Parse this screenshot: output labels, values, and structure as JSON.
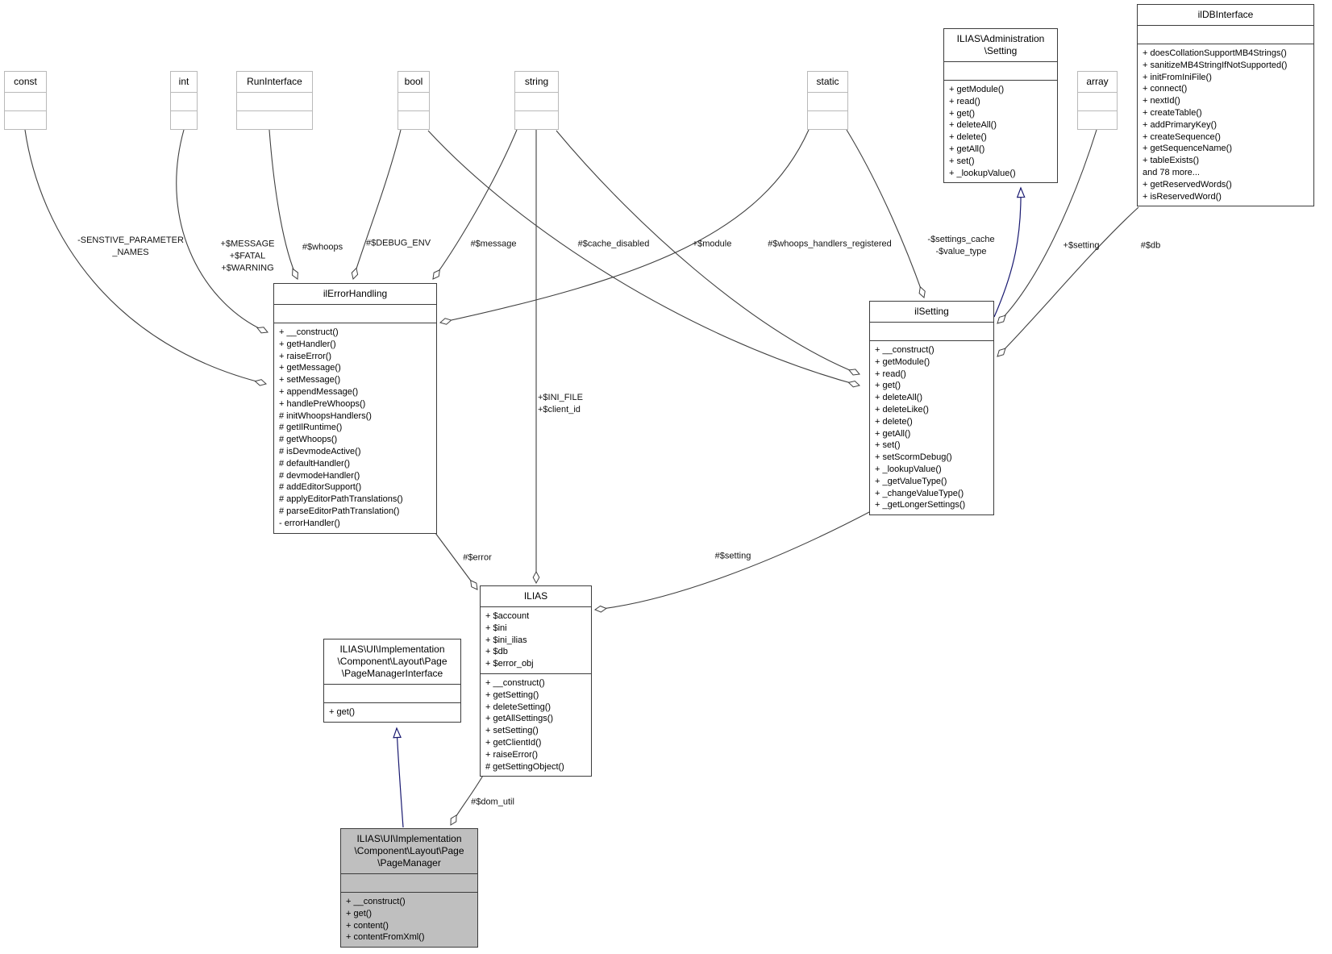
{
  "colors": {
    "edge": "#404040",
    "inheritance_edge": "#191970",
    "selected_node_fill": "#bfbfbf"
  },
  "classes": {
    "const": {
      "title": "const"
    },
    "int": {
      "title": "int"
    },
    "run_interface": {
      "title": "RunInterface"
    },
    "bool": {
      "title": "bool"
    },
    "string": {
      "title": "string"
    },
    "static": {
      "title": "static"
    },
    "array": {
      "title": "array"
    },
    "admin_setting": {
      "title": "ILIAS\\Administration\n\\Setting",
      "attributes": [],
      "methods": [
        "+ getModule()",
        "+ read()",
        "+ get()",
        "+ deleteAll()",
        "+ delete()",
        "+ getAll()",
        "+ set()",
        "+ _lookupValue()"
      ]
    },
    "il_db_interface": {
      "title": "ilDBInterface",
      "attributes": [],
      "methods": [
        "+ doesCollationSupportMB4Strings()",
        "+ sanitizeMB4StringIfNotSupported()",
        "+ initFromIniFile()",
        "+ connect()",
        "+ nextId()",
        "+ createTable()",
        "+ addPrimaryKey()",
        "+ createSequence()",
        "+ getSequenceName()",
        "+ tableExists()",
        "and 78 more...",
        "+ getReservedWords()",
        "+ isReservedWord()"
      ]
    },
    "il_error_handling": {
      "title": "ilErrorHandling",
      "attributes": [],
      "methods": [
        "+ __construct()",
        "+ getHandler()",
        "+ raiseError()",
        "+ getMessage()",
        "+ setMessage()",
        "+ appendMessage()",
        "+ handlePreWhoops()",
        "# initWhoopsHandlers()",
        "# getIlRuntime()",
        "# getWhoops()",
        "# isDevmodeActive()",
        "# defaultHandler()",
        "# devmodeHandler()",
        "# addEditorSupport()",
        "# applyEditorPathTranslations()",
        "# parseEditorPathTranslation()",
        "- errorHandler()"
      ]
    },
    "il_setting": {
      "title": "ilSetting",
      "attributes": [],
      "methods": [
        "+ __construct()",
        "+ getModule()",
        "+ read()",
        "+ get()",
        "+ deleteAll()",
        "+ deleteLike()",
        "+ delete()",
        "+ getAll()",
        "+ set()",
        "+ setScormDebug()",
        "+ _lookupValue()",
        "+ _getValueType()",
        "+ _changeValueType()",
        "+ _getLongerSettings()"
      ]
    },
    "ilias": {
      "title": "ILIAS",
      "attributes": [
        "+ $account",
        "+ $ini",
        "+ $ini_ilias",
        "+ $db",
        "+ $error_obj"
      ],
      "methods": [
        "+ __construct()",
        "+ getSetting()",
        "+ deleteSetting()",
        "+ getAllSettings()",
        "+ setSetting()",
        "+ getClientId()",
        "+ raiseError()",
        "# getSettingObject()"
      ]
    },
    "page_manager_interface": {
      "title": "ILIAS\\UI\\Implementation\n\\Component\\Layout\\Page\n\\PageManagerInterface",
      "attributes": [],
      "methods": [
        "+ get()"
      ]
    },
    "page_manager": {
      "title": "ILIAS\\UI\\Implementation\n\\Component\\Layout\\Page\n\\PageManager",
      "attributes": [],
      "methods": [
        "+ __construct()",
        "+ get()",
        "+ content()",
        "+ contentFromXml()"
      ]
    }
  },
  "edge_labels": {
    "sensitive_parameter": "-SENSTIVE_PARAMETER\n_NAMES",
    "message_fatal_warning": "+$MESSAGE\n+$FATAL\n+$WARNING",
    "whoops": "#$whoops",
    "debug_env": "#$DEBUG_ENV",
    "message": "#$message",
    "cache_disabled": "#$cache_disabled",
    "module": "+$module",
    "whoops_handlers_registered": "#$whoops_handlers_registered",
    "settings_cache_value_type": "-$settings_cache\n-$value_type",
    "setting_array": "+$setting",
    "db": "#$db",
    "ini_file_client_id": "+$INI_FILE\n+$client_id",
    "error": "#$error",
    "setting": "#$setting",
    "dom_util": "#$dom_util"
  }
}
